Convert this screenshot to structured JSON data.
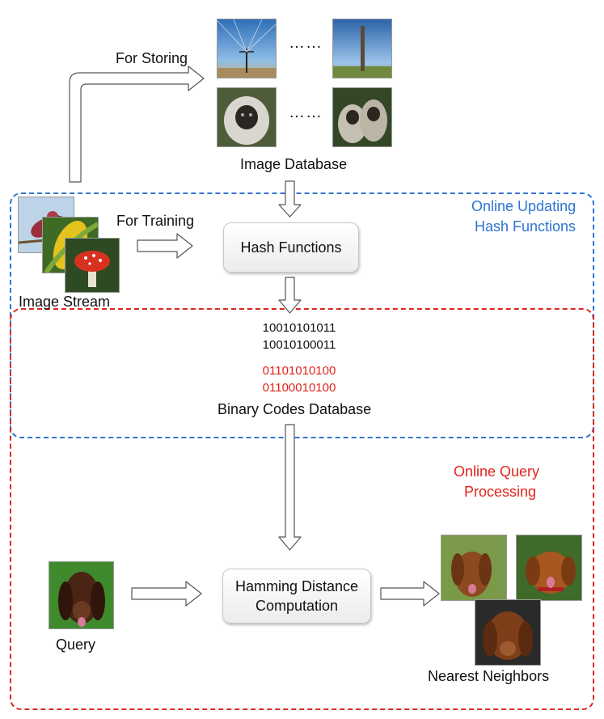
{
  "labels": {
    "for_storing": "For Storing",
    "ellipsis_top": "……",
    "ellipsis_bottom": "……",
    "image_database": "Image Database",
    "online_updating_line1": "Online Updating",
    "online_updating_line2": "Hash Functions",
    "for_training": "For Training",
    "hash_functions": "Hash Functions",
    "image_stream": "Image Stream",
    "binary_codes_database": "Binary Codes Database",
    "online_query_line1": "Online Query",
    "online_query_line2": "Processing",
    "hamming_line1": "Hamming Distance",
    "hamming_line2": "Computation",
    "query": "Query",
    "nearest_neighbors": "Nearest Neighbors"
  },
  "codes": {
    "black": [
      "10010101011",
      "10010100011"
    ],
    "red": [
      "01101010100",
      "01100010100"
    ]
  },
  "colors": {
    "updating_region": "#2f74d0",
    "query_region": "#e0251b",
    "new_codes": "#e0251b"
  }
}
